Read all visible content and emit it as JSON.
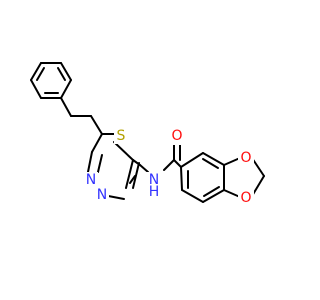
{
  "colors": {
    "bond": "#000000",
    "carbon": "#000000",
    "nitrogen": "#3333ff",
    "oxygen": "#ff0d0d",
    "sulfur": "#b3a100"
  },
  "atoms": {
    "s_thiadiazole": {
      "symbol": "S"
    },
    "n_thiadiazole_a": {
      "symbol": "N"
    },
    "n_thiadiazole_b": {
      "symbol": "N"
    },
    "nh_amide": {
      "symbol": "N",
      "suffix": "H"
    },
    "o_carbonyl": {
      "symbol": "O"
    },
    "o_dioxole_top": {
      "symbol": "O"
    },
    "o_dioxole_bottom": {
      "symbol": "O"
    }
  }
}
